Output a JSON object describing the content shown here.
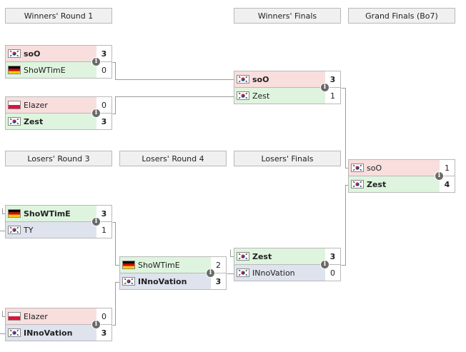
{
  "headers": {
    "wr1": "Winners' Round 1",
    "wf": "Winners' Finals",
    "gf": "Grand Finals (Bo7)",
    "lr3": "Losers' Round 3",
    "lr4": "Losers' Round 4",
    "lf": "Losers' Finals"
  },
  "matches": {
    "wr1_a": {
      "p1": {
        "name": "soO",
        "flag": "kr",
        "score": "3",
        "color": "red",
        "winner": true
      },
      "p2": {
        "name": "ShoWTimE",
        "flag": "de",
        "score": "0",
        "color": "green",
        "winner": false
      }
    },
    "wr1_b": {
      "p1": {
        "name": "Elazer",
        "flag": "pl",
        "score": "0",
        "color": "red",
        "winner": false
      },
      "p2": {
        "name": "Zest",
        "flag": "kr",
        "score": "3",
        "color": "green",
        "winner": true
      }
    },
    "wf": {
      "p1": {
        "name": "soO",
        "flag": "kr",
        "score": "3",
        "color": "red",
        "winner": true
      },
      "p2": {
        "name": "Zest",
        "flag": "kr",
        "score": "1",
        "color": "green",
        "winner": false
      }
    },
    "gf": {
      "p1": {
        "name": "soO",
        "flag": "kr",
        "score": "1",
        "color": "red",
        "winner": false
      },
      "p2": {
        "name": "Zest",
        "flag": "kr",
        "score": "4",
        "color": "green",
        "winner": true
      }
    },
    "lr3_a": {
      "p1": {
        "name": "ShoWTimE",
        "flag": "de",
        "score": "3",
        "color": "green",
        "winner": true
      },
      "p2": {
        "name": "TY",
        "flag": "kr",
        "score": "1",
        "color": "blue",
        "winner": false
      }
    },
    "lr3_b": {
      "p1": {
        "name": "Elazer",
        "flag": "pl",
        "score": "0",
        "color": "red",
        "winner": false
      },
      "p2": {
        "name": "INnoVation",
        "flag": "kr",
        "score": "3",
        "color": "blue",
        "winner": true
      }
    },
    "lr4": {
      "p1": {
        "name": "ShoWTimE",
        "flag": "de",
        "score": "2",
        "color": "green",
        "winner": false
      },
      "p2": {
        "name": "INnoVation",
        "flag": "kr",
        "score": "3",
        "color": "blue",
        "winner": true
      }
    },
    "lf": {
      "p1": {
        "name": "Zest",
        "flag": "kr",
        "score": "3",
        "color": "green",
        "winner": true
      },
      "p2": {
        "name": "INnoVation",
        "flag": "kr",
        "score": "0",
        "color": "blue",
        "winner": false
      }
    }
  },
  "colors": {
    "red": "#f9dede",
    "green": "#def4de",
    "blue": "#dfe3ee",
    "border": "#b9b9b9",
    "connector": "#9a9a9a"
  },
  "icons": {
    "match_info": "info-icon"
  }
}
